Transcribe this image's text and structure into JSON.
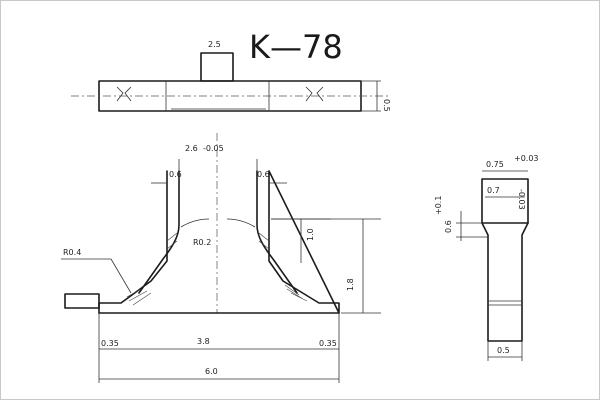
{
  "title": "K—78",
  "dimensions": {
    "top_width": "2.5",
    "top_height": "0.5",
    "angle_left": "0.6",
    "angle_right": "0.6",
    "slot_top": "2.6",
    "slot_tol": "-0.05",
    "radius_top": "R0.2",
    "radius_bottom": "R0.4",
    "height_inner": "1.0",
    "height_total": "1.8",
    "base_left": "0.35",
    "base_right": "0.35",
    "base_mid": "3.8",
    "base_total": "6.0",
    "side_top": "0.75",
    "side_tol": "+0.03",
    "side_inner": "0.7",
    "side_inner_tol": "-0.03",
    "side_offset": "0.6",
    "side_offset_tol": "+0.1",
    "side_bottom": "0.5"
  },
  "colors": {
    "ink": "#1c1c1c",
    "background": "#ffffff"
  }
}
